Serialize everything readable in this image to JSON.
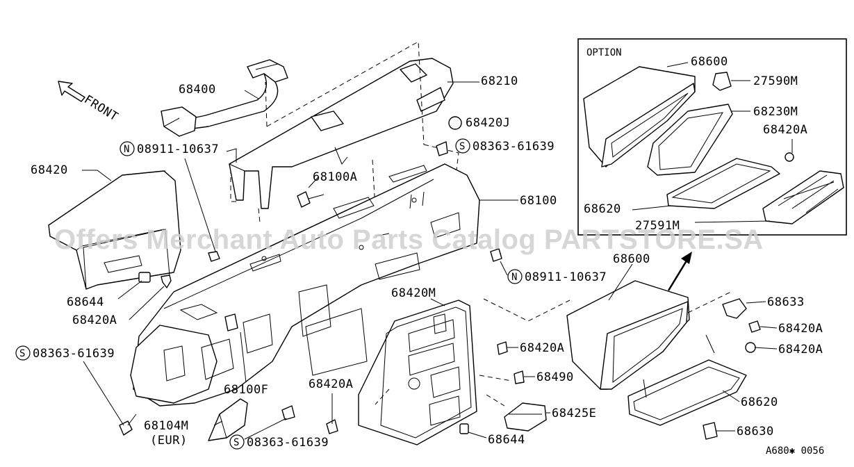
{
  "labels": {
    "p68400": "68400",
    "p68210": "68210",
    "p68420J": "68420J",
    "front": "FRONT",
    "n08911_top": "08911-10637",
    "s08363_top": "08363-61639",
    "p68420": "68420",
    "p68100A": "68100A",
    "p68100": "68100",
    "p68644_left": "68644",
    "p68420A_left": "68420A",
    "n08911_mid": "08911-10637",
    "p68420M": "68420M",
    "s08363_left": "08363-61639",
    "p68100F": "68100F",
    "p68420A_center": "68420A",
    "p68420A_mid": "68420A",
    "p68490": "68490",
    "p68104M": "68104M",
    "eur": "(EUR)",
    "s08363_bottom": "08363-61639",
    "p68425E": "68425E",
    "p68644_bottom": "68644",
    "p68600": "68600",
    "p68633": "68633",
    "p68420A_r1": "68420A",
    "p68420A_r2": "68420A",
    "p68620": "68620",
    "p68630": "68630",
    "diagram_code": "A680✱ 0056"
  },
  "option": {
    "title": "OPTION",
    "p68600": "68600",
    "p27590M": "27590M",
    "p68230M": "68230M",
    "p68420A": "68420A",
    "p68620": "68620",
    "p27591M": "27591M"
  },
  "symbols": {
    "n": "N",
    "s": "S"
  },
  "watermark": "Offers Merchant Auto Parts Catalog PARTSTORE.SA"
}
